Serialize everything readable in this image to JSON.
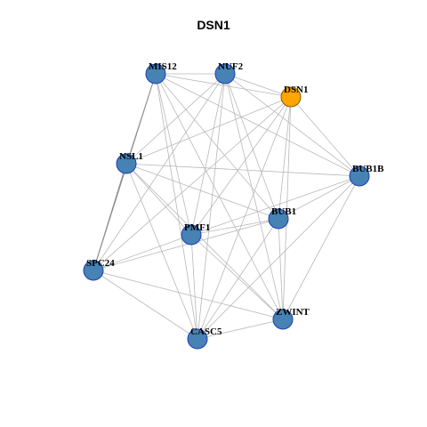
{
  "title": "DSN1",
  "colors": {
    "node_fill": "#4682B4",
    "node_stroke": "#1f3fb5",
    "highlight_fill": "#FFA500",
    "highlight_stroke": "#8a5a00",
    "edge": "#b8b8b8",
    "edge_strong": "#8c8c8c"
  },
  "nodes": [
    {
      "id": "MIS12",
      "label": "MIS12",
      "highlight": false
    },
    {
      "id": "NUF2",
      "label": "NUF2",
      "highlight": false
    },
    {
      "id": "DSN1",
      "label": "DSN1",
      "highlight": true
    },
    {
      "id": "NSL1",
      "label": "NSL1",
      "highlight": false
    },
    {
      "id": "BUB1B",
      "label": "BUB1B",
      "highlight": false
    },
    {
      "id": "BUB1",
      "label": "BUB1",
      "highlight": false
    },
    {
      "id": "PMF1",
      "label": "PMF1",
      "highlight": false
    },
    {
      "id": "SPC24",
      "label": "SPC24",
      "highlight": false
    },
    {
      "id": "ZWINT",
      "label": "ZWINT",
      "highlight": false
    },
    {
      "id": "CASC5",
      "label": "CASC5",
      "highlight": false
    }
  ],
  "edges": [
    [
      "MIS12",
      "NUF2"
    ],
    [
      "MIS12",
      "DSN1"
    ],
    [
      "MIS12",
      "NSL1"
    ],
    [
      "MIS12",
      "SPC24"
    ],
    [
      "MIS12",
      "BUB1"
    ],
    [
      "MIS12",
      "PMF1"
    ],
    [
      "MIS12",
      "ZWINT"
    ],
    [
      "MIS12",
      "CASC5"
    ],
    [
      "MIS12",
      "BUB1B"
    ],
    [
      "NUF2",
      "DSN1"
    ],
    [
      "NUF2",
      "NSL1"
    ],
    [
      "NUF2",
      "BUB1B"
    ],
    [
      "NUF2",
      "BUB1"
    ],
    [
      "NUF2",
      "PMF1"
    ],
    [
      "NUF2",
      "ZWINT"
    ],
    [
      "NUF2",
      "CASC5"
    ],
    [
      "NUF2",
      "SPC24"
    ],
    [
      "DSN1",
      "NSL1"
    ],
    [
      "DSN1",
      "BUB1B"
    ],
    [
      "DSN1",
      "BUB1"
    ],
    [
      "DSN1",
      "PMF1"
    ],
    [
      "DSN1",
      "SPC24"
    ],
    [
      "DSN1",
      "ZWINT"
    ],
    [
      "DSN1",
      "CASC5"
    ],
    [
      "NSL1",
      "BUB1B"
    ],
    [
      "NSL1",
      "BUB1"
    ],
    [
      "NSL1",
      "PMF1"
    ],
    [
      "NSL1",
      "SPC24"
    ],
    [
      "NSL1",
      "ZWINT"
    ],
    [
      "NSL1",
      "CASC5"
    ],
    [
      "BUB1B",
      "BUB1"
    ],
    [
      "BUB1B",
      "PMF1"
    ],
    [
      "BUB1B",
      "ZWINT"
    ],
    [
      "BUB1B",
      "CASC5"
    ],
    [
      "BUB1",
      "PMF1"
    ],
    [
      "BUB1",
      "SPC24"
    ],
    [
      "BUB1",
      "ZWINT"
    ],
    [
      "BUB1",
      "CASC5"
    ],
    [
      "PMF1",
      "SPC24"
    ],
    [
      "PMF1",
      "ZWINT"
    ],
    [
      "PMF1",
      "CASC5"
    ],
    [
      "SPC24",
      "ZWINT"
    ],
    [
      "SPC24",
      "CASC5"
    ],
    [
      "ZWINT",
      "CASC5"
    ]
  ],
  "strong_edges": [
    [
      "MIS12",
      "SPC24"
    ],
    [
      "NSL1",
      "SPC24"
    ]
  ]
}
